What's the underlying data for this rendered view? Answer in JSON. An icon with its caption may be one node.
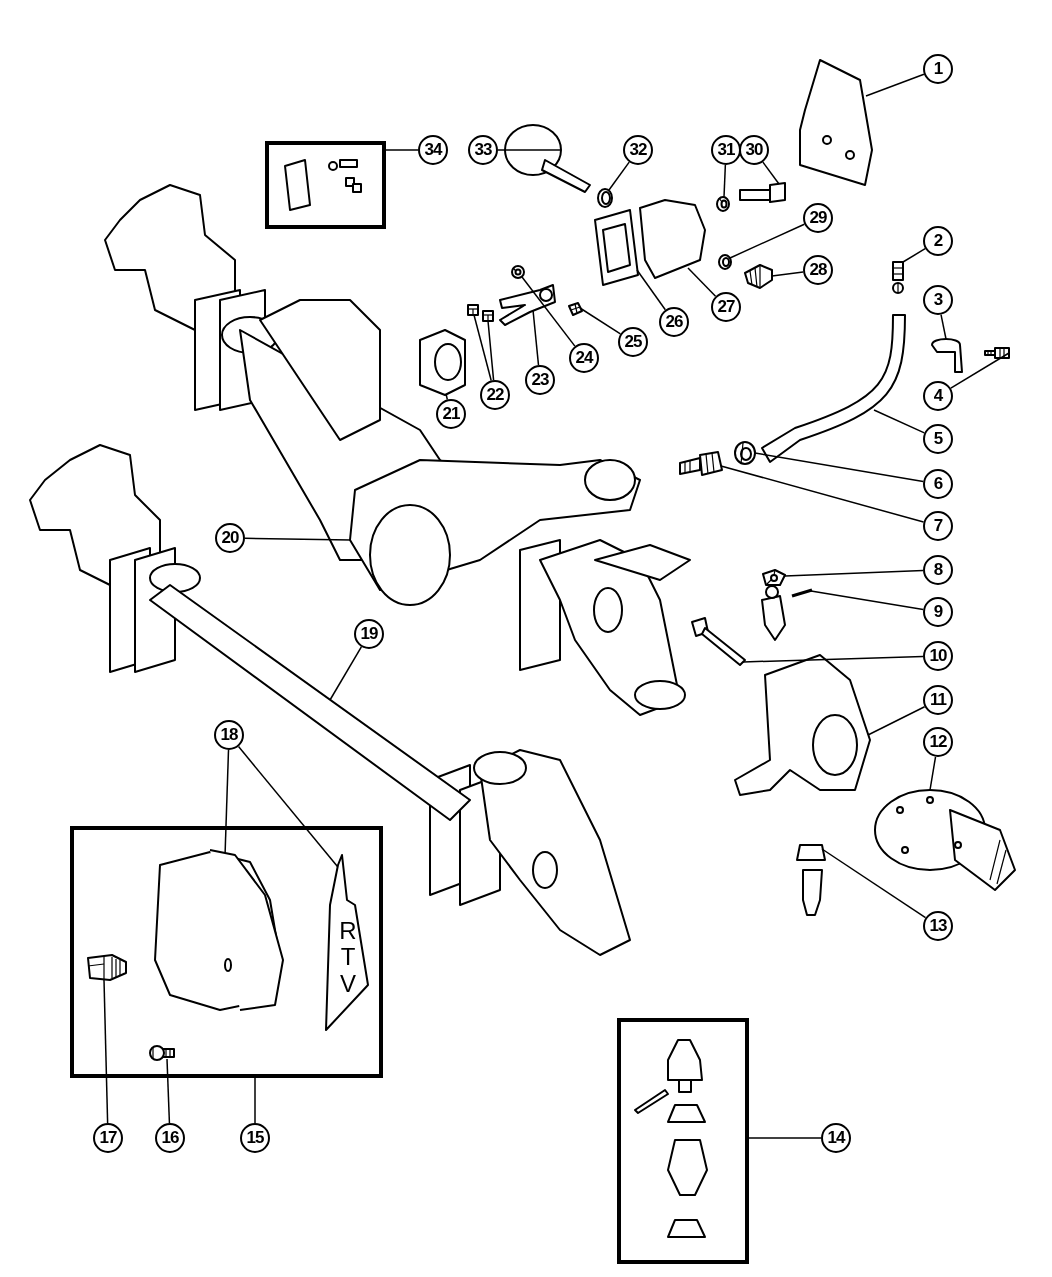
{
  "diagram": {
    "nodes": [
      {
        "text": [
          "1"
        ]
      },
      {
        "text": [
          "2"
        ]
      },
      {
        "text": [
          "3"
        ]
      },
      {
        "text": [
          "4"
        ]
      },
      {
        "text": [
          "5"
        ]
      },
      {
        "text": [
          "6"
        ]
      },
      {
        "text": [
          "7"
        ]
      },
      {
        "text": [
          "8"
        ]
      },
      {
        "text": [
          "9"
        ]
      },
      {
        "text": [
          "10"
        ]
      },
      {
        "text": [
          "11"
        ]
      },
      {
        "text": [
          "12"
        ]
      },
      {
        "text": [
          "13"
        ]
      },
      {
        "text": [
          "14"
        ]
      },
      {
        "text": [
          "15"
        ]
      },
      {
        "text": [
          "16"
        ]
      },
      {
        "text": [
          "17"
        ]
      },
      {
        "text": [
          "18"
        ]
      },
      {
        "text": [
          "19"
        ]
      },
      {
        "text": [
          "20"
        ]
      },
      {
        "text": [
          "21"
        ]
      },
      {
        "text": [
          "22"
        ]
      },
      {
        "text": [
          "23"
        ]
      },
      {
        "text": [
          "24"
        ]
      },
      {
        "text": [
          "25"
        ]
      },
      {
        "text": [
          "26"
        ]
      },
      {
        "text": [
          "27"
        ]
      },
      {
        "text": [
          "28"
        ]
      },
      {
        "text": [
          "29"
        ]
      },
      {
        "text": [
          "30"
        ]
      },
      {
        "text": [
          "31"
        ]
      },
      {
        "text": [
          "32"
        ]
      },
      {
        "text": [
          "33"
        ]
      },
      {
        "text": [
          "34"
        ]
      },
      {
        "text": [],
        "shape": "box"
      },
      {
        "text": [],
        "shape": "box"
      },
      {
        "text": [],
        "shape": "box"
      },
      {
        "text": [],
        "shape": "picture"
      },
      {
        "text": [],
        "shape": "picture"
      },
      {
        "text": [],
        "shape": "picture"
      },
      {
        "text": [],
        "shape": "picture"
      },
      {
        "text": [],
        "shape": "picture"
      },
      {
        "text": [],
        "shape": "picture"
      },
      {
        "text": [],
        "shape": "picture"
      },
      {
        "text": [],
        "shape": "picture"
      },
      {
        "text": [],
        "shape": "picture"
      },
      {
        "text": [],
        "shape": "picture"
      },
      {
        "text": [],
        "shape": "picture"
      },
      {
        "text": [],
        "shape": "picture"
      },
      {
        "text": [],
        "shape": "picture"
      },
      {
        "text": [],
        "shape": "picture",
        "in": 35
      },
      {
        "text": [],
        "shape": "picture",
        "in": 35
      },
      {
        "text": [],
        "shape": "picture",
        "in": 35
      },
      {
        "text": [],
        "shape": "picture",
        "in": 35
      },
      {
        "text": [],
        "shape": "picture"
      },
      {
        "text": [],
        "shape": "picture"
      },
      {
        "text": [],
        "shape": "picture"
      },
      {
        "text": [],
        "shape": "picture"
      },
      {
        "text": [],
        "shape": "picture"
      },
      {
        "text": [],
        "shape": "picture"
      },
      {
        "text": [],
        "shape": "picture"
      },
      {
        "text": [],
        "shape": "picture"
      },
      {
        "text": [],
        "shape": "picture"
      },
      {
        "text": [],
        "shape": "picture"
      },
      {
        "text": [],
        "shape": "picture"
      },
      {
        "text": [],
        "shape": "picture"
      },
      {
        "text": [],
        "shape": "picture"
      },
      {
        "text": [],
        "shape": "picture"
      },
      {
        "text": [],
        "shape": "picture"
      },
      {
        "text": [],
        "shape": "picture"
      }
    ],
    "edges": [
      {
        "from": 0,
        "to": 37,
        "arrow": "none"
      },
      {
        "from": 1,
        "to": 38,
        "arrow": "none"
      },
      {
        "from": 2,
        "to": 39,
        "arrow": "none"
      },
      {
        "from": 3,
        "to": 40,
        "arrow": "none"
      },
      {
        "from": 4,
        "to": 41,
        "arrow": "none"
      },
      {
        "from": 5,
        "to": 42,
        "arrow": "none"
      },
      {
        "from": 6,
        "to": 43,
        "arrow": "none"
      },
      {
        "from": 7,
        "to": 44,
        "arrow": "none"
      },
      {
        "from": 8,
        "to": 45,
        "arrow": "none"
      },
      {
        "from": 9,
        "to": 46,
        "arrow": "none"
      },
      {
        "from": 10,
        "to": 47,
        "arrow": "none"
      },
      {
        "from": 11,
        "to": 48,
        "arrow": "none"
      },
      {
        "from": 12,
        "to": 49,
        "arrow": "none"
      },
      {
        "from": 13,
        "to": 36,
        "arrow": "none"
      },
      {
        "from": 14,
        "to": 35,
        "arrow": "none"
      },
      {
        "from": 15,
        "to": 50,
        "arrow": "none"
      },
      {
        "from": 16,
        "to": 51,
        "arrow": "none"
      },
      {
        "from": 17,
        "to": 52,
        "arrow": "none"
      },
      {
        "from": 17,
        "to": 53,
        "arrow": "none"
      },
      {
        "from": 18,
        "to": 54,
        "arrow": "none"
      },
      {
        "from": 19,
        "to": 55,
        "arrow": "none"
      },
      {
        "from": 20,
        "to": 56,
        "arrow": "none"
      },
      {
        "from": 21,
        "to": 57,
        "arrow": "none"
      },
      {
        "from": 21,
        "to": 58,
        "arrow": "none"
      },
      {
        "from": 22,
        "to": 59,
        "arrow": "none"
      },
      {
        "from": 23,
        "to": 60,
        "arrow": "none"
      },
      {
        "from": 24,
        "to": 61,
        "arrow": "none"
      },
      {
        "from": 25,
        "to": 62,
        "arrow": "none"
      },
      {
        "from": 26,
        "to": 63,
        "arrow": "none"
      },
      {
        "from": 27,
        "to": 64,
        "arrow": "none"
      },
      {
        "from": 28,
        "to": 65,
        "arrow": "none"
      },
      {
        "from": 29,
        "to": 66,
        "arrow": "none"
      },
      {
        "from": 30,
        "to": 67,
        "arrow": "none"
      },
      {
        "from": 31,
        "to": 68,
        "arrow": "none"
      },
      {
        "from": 32,
        "to": 69,
        "arrow": "none"
      },
      {
        "from": 33,
        "to": 34,
        "arrow": "none"
      }
    ],
    "labels": [
      "RTV"
    ]
  }
}
